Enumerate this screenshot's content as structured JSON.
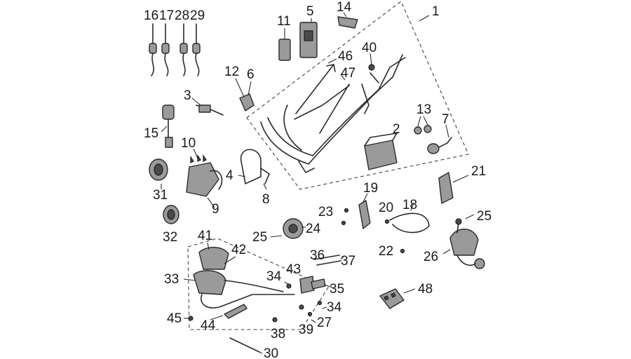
{
  "callouts": {
    "p1": "1",
    "p2": "2",
    "p3": "3",
    "p4": "4",
    "p5": "5",
    "p6": "6",
    "p7": "7",
    "p8": "8",
    "p9": "9",
    "p10": "10",
    "p11": "11",
    "p12": "12",
    "p13": "13",
    "p14": "14",
    "p15": "15",
    "p16": "16",
    "p17": "17",
    "p18": "18",
    "p19": "19",
    "p20": "20",
    "p21": "21",
    "p22": "22",
    "p23": "23",
    "p24": "24",
    "p25a": "25",
    "p25b": "25",
    "p26": "26",
    "p27": "27",
    "p28": "28",
    "p29": "29",
    "p30": "30",
    "p31": "31",
    "p32": "32",
    "p33": "33",
    "p34a": "34",
    "p34b": "34",
    "p35": "35",
    "p36": "36",
    "p37": "37",
    "p38": "38",
    "p39": "39",
    "p40": "40",
    "p41": "41",
    "p42": "42",
    "p43": "43",
    "p44": "44",
    "p45": "45",
    "p46": "46",
    "p47": "47",
    "p48": "48"
  }
}
